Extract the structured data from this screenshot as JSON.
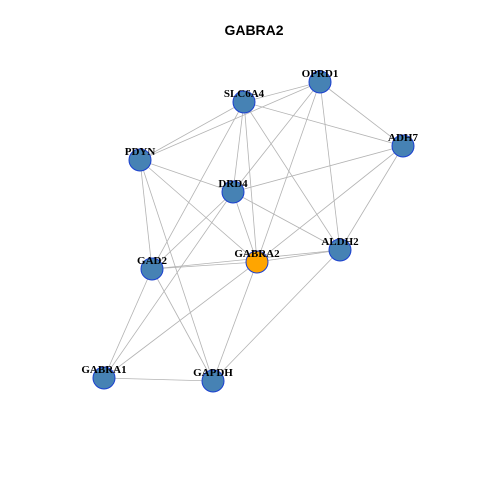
{
  "title": "GABRA2",
  "colors": {
    "node_default": "#4682B4",
    "node_highlight": "#FFA500",
    "node_border": "#1A3FD0",
    "edge": "#B3B3B3",
    "label": "#000000"
  },
  "nodes": [
    {
      "id": "OPRD1",
      "label": "OPRD1",
      "highlight": false
    },
    {
      "id": "SLC6A4",
      "label": "SLC6A4",
      "highlight": false
    },
    {
      "id": "ADH7",
      "label": "ADH7",
      "highlight": false
    },
    {
      "id": "PDYN",
      "label": "PDYN",
      "highlight": false
    },
    {
      "id": "DRD4",
      "label": "DRD4",
      "highlight": false
    },
    {
      "id": "GABRA2",
      "label": "GABRA2",
      "highlight": true
    },
    {
      "id": "ALDH2",
      "label": "ALDH2",
      "highlight": false
    },
    {
      "id": "GAD2",
      "label": "GAD2",
      "highlight": false
    },
    {
      "id": "GABRA1",
      "label": "GABRA1",
      "highlight": false
    },
    {
      "id": "GAPDH",
      "label": "GAPDH",
      "highlight": false
    }
  ],
  "edges": [
    [
      "OPRD1",
      "SLC6A4"
    ],
    [
      "OPRD1",
      "PDYN"
    ],
    [
      "OPRD1",
      "ADH7"
    ],
    [
      "OPRD1",
      "DRD4"
    ],
    [
      "OPRD1",
      "GABRA2"
    ],
    [
      "OPRD1",
      "ALDH2"
    ],
    [
      "SLC6A4",
      "PDYN"
    ],
    [
      "SLC6A4",
      "ADH7"
    ],
    [
      "SLC6A4",
      "DRD4"
    ],
    [
      "SLC6A4",
      "GABRA2"
    ],
    [
      "SLC6A4",
      "ALDH2"
    ],
    [
      "SLC6A4",
      "GAD2"
    ],
    [
      "ADH7",
      "DRD4"
    ],
    [
      "ADH7",
      "GABRA2"
    ],
    [
      "ADH7",
      "ALDH2"
    ],
    [
      "PDYN",
      "DRD4"
    ],
    [
      "PDYN",
      "GAD2"
    ],
    [
      "PDYN",
      "GAPDH"
    ],
    [
      "PDYN",
      "GABRA2"
    ],
    [
      "DRD4",
      "GABRA2"
    ],
    [
      "DRD4",
      "ALDH2"
    ],
    [
      "DRD4",
      "GAD2"
    ],
    [
      "DRD4",
      "GABRA1"
    ],
    [
      "GABRA2",
      "ALDH2"
    ],
    [
      "GABRA2",
      "GAD2"
    ],
    [
      "GABRA2",
      "GABRA1"
    ],
    [
      "GABRA2",
      "GAPDH"
    ],
    [
      "ALDH2",
      "GAD2"
    ],
    [
      "ALDH2",
      "GAPDH"
    ],
    [
      "GAD2",
      "GABRA1"
    ],
    [
      "GAD2",
      "GAPDH"
    ],
    [
      "GABRA1",
      "GAPDH"
    ]
  ]
}
